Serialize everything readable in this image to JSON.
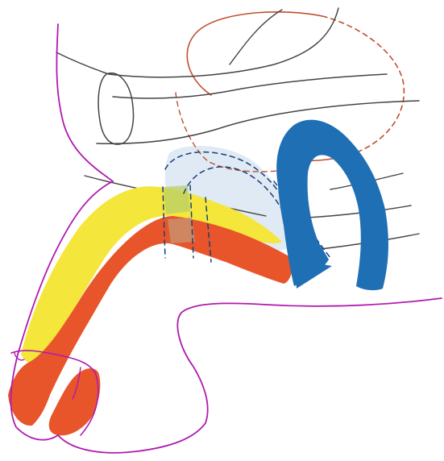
{
  "image": {
    "subject": "anatomical-sketch",
    "medium": "colored-pencil"
  },
  "palette": {
    "paper": "#ffffff",
    "skin_outline": "#b01ab0",
    "organ_outline": "#444444",
    "bladder_outline": "#c0502f",
    "yellow_fill": "#f4e63a",
    "orange_fill": "#e8552a",
    "blue_fill": "#1f6fb5",
    "pale_blue_fill": "#dde9f3",
    "tan_fill": "#c9906a",
    "dash_blue": "#1a3f7a"
  },
  "regions": [
    {
      "name": "skin-outline",
      "color_key": "skin_outline"
    },
    {
      "name": "yellow-channel",
      "color_key": "yellow_fill"
    },
    {
      "name": "orange-channel",
      "color_key": "orange_fill"
    },
    {
      "name": "blue-curved-arrow",
      "color_key": "blue_fill"
    },
    {
      "name": "pale-blue-region",
      "color_key": "pale_blue_fill"
    },
    {
      "name": "bladder-outline",
      "color_key": "bladder_outline"
    }
  ]
}
